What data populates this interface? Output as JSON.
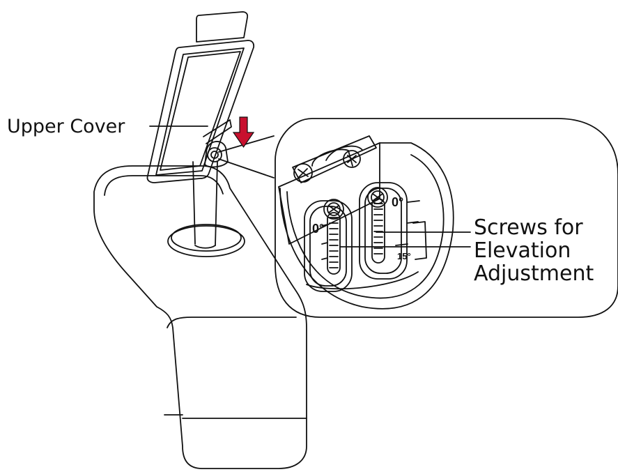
{
  "labels": {
    "upper_cover": "Upper Cover",
    "screws_line1": "Screws for",
    "screws_line2": "Elevation",
    "screws_line3": "Adjustment"
  },
  "scale_marks": {
    "left_zero": "0°",
    "right_zero": "0°",
    "fifteen": "15°"
  },
  "colors": {
    "arrow": "#c8102e",
    "outline": "#111111",
    "background": "#ffffff"
  },
  "icons": {
    "direction_arrow": "arrow-down-icon",
    "screw": "phillips-screw-icon"
  }
}
